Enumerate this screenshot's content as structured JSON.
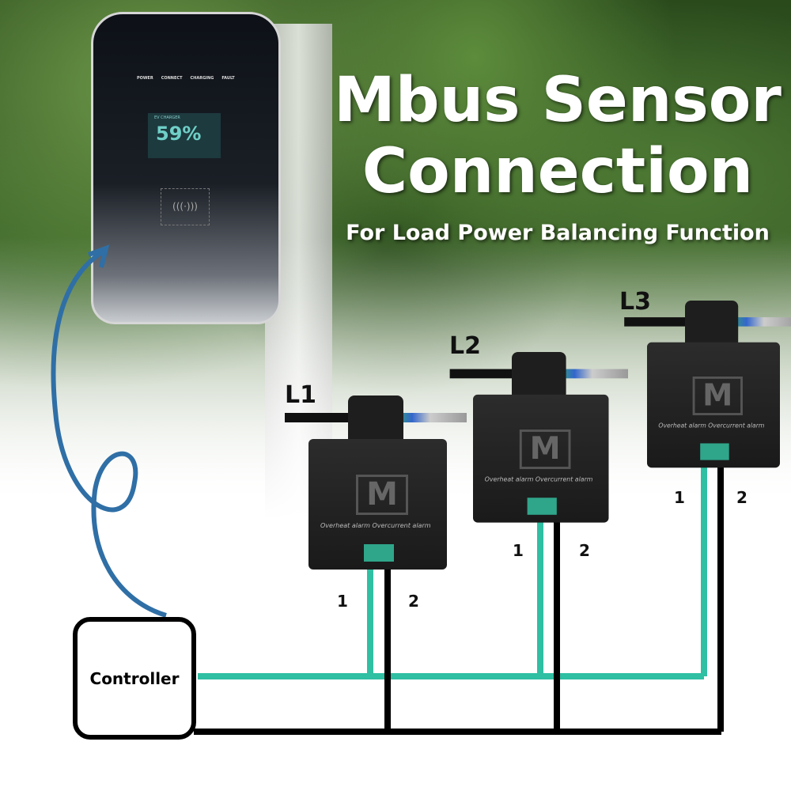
{
  "title": {
    "line1": "Mbus Sensor",
    "line2": "Connection",
    "subtitle": "For Load Power Balancing Function"
  },
  "charger": {
    "indicators": [
      "POWER",
      "CONNECT",
      "CHARGING",
      "FAULT"
    ],
    "screen_label": "EV CHARGER",
    "screen_value": "59%",
    "rfid_icon": "(((·)))"
  },
  "sensors": [
    {
      "label": "L1"
    },
    {
      "label": "L2"
    },
    {
      "label": "L3"
    }
  ],
  "sensor_text": {
    "alarms": "Overheat alarm  Overcurrent alarm",
    "logo": "M"
  },
  "terminals": {
    "one": "1",
    "two": "2"
  },
  "controller": {
    "label": "Controller"
  },
  "colors": {
    "wire_1": "#2fbfa3",
    "wire_2": "#000000",
    "charger_cable": "#2f6fa6"
  }
}
